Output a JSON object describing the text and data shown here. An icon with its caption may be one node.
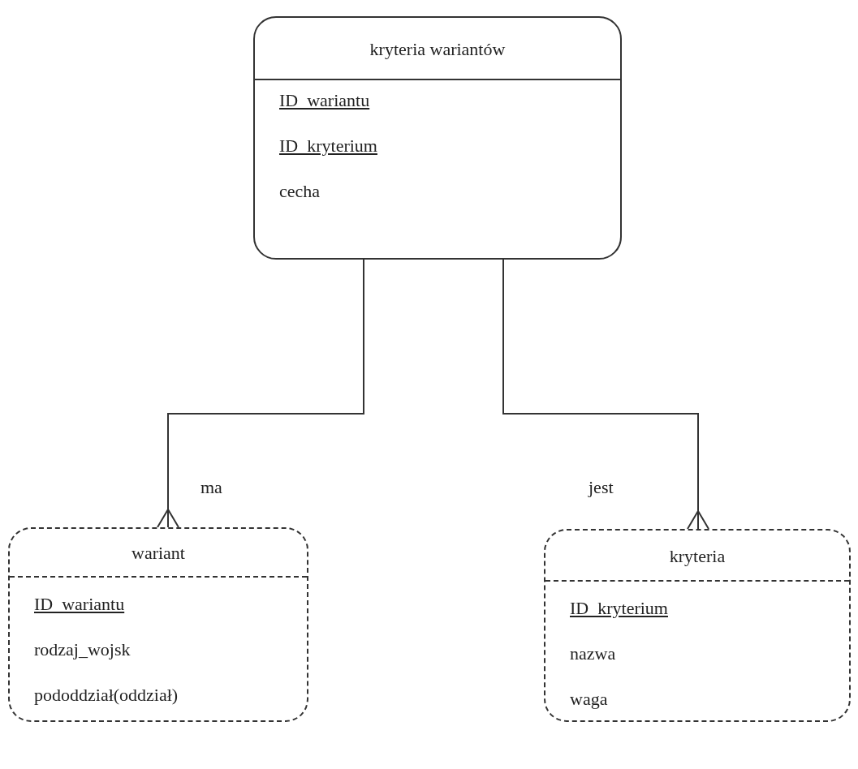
{
  "diagram": {
    "nodes": [
      {
        "text": [
          "kryteria wariantów",
          "ID_wariantu",
          "ID_kryterium",
          "cecha"
        ]
      },
      {
        "text": [
          "wariant",
          "ID_wariantu",
          "rodzaj_wojsk",
          "pododdział(oddział)"
        ]
      },
      {
        "text": [
          "kryteria",
          "ID_kryterium",
          "nazwa",
          "waga"
        ]
      }
    ],
    "edges": [
      {
        "from": 0,
        "to": 1,
        "arrow": "other",
        "label": "ma"
      },
      {
        "from": 0,
        "to": 2,
        "arrow": "other",
        "label": "jest"
      }
    ]
  }
}
